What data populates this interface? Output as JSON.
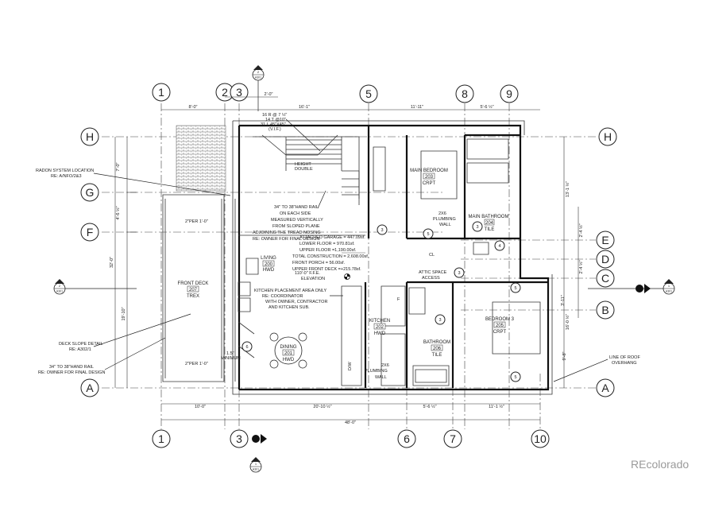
{
  "grid": {
    "columns_top": [
      "1",
      "2",
      "3",
      "5",
      "8",
      "9"
    ],
    "columns_bottom": [
      "1",
      "3",
      "6",
      "7",
      "10"
    ],
    "rows_left": [
      "H",
      "G",
      "F",
      "A"
    ],
    "rows_right": [
      "H",
      "E",
      "D",
      "C",
      "B",
      "A"
    ]
  },
  "section_markers": [
    "A301",
    "A301",
    "A301",
    "A301"
  ],
  "marker_numbers": [
    "2",
    "1",
    "2",
    "1"
  ],
  "rooms": {
    "main_bedroom": {
      "name": "MAIN BEDROOM",
      "number": "203",
      "finish": "CRPT"
    },
    "main_bathroom": {
      "name": "MAIN BATHROOM",
      "number": "204",
      "finish": "TILE"
    },
    "living": {
      "name": "LIVING",
      "number": "200",
      "finish": "HWD"
    },
    "front_deck": {
      "name": "FRONT DECK",
      "number": "207",
      "finish": "TREX"
    },
    "kitchen": {
      "name": "KITCHEN",
      "number": "202",
      "finish": "HWD"
    },
    "dining": {
      "name": "DINING",
      "number": "201",
      "finish": "HWD"
    },
    "bathroom": {
      "name": "BATHROOM",
      "number": "206",
      "finish": "TILE"
    },
    "bedroom3": {
      "name": "BEDROOM 3",
      "number": "205",
      "finish": "CRPT"
    }
  },
  "notes": {
    "radon_1": "RADON SYSTEM LOCATION",
    "radon_2": "RE: A/NFO/2&3",
    "deck_slope_1": "DECK  SLOPE DETAIL",
    "deck_slope_2": "RE: A302/1",
    "rail_left_1": "34\" TO 38\"HAND RAIL",
    "rail_left_2": "RE: OWNER FOR FINAL DESIGN",
    "roof_1": "LINE OF ROOF",
    "roof_2": "OVERHANG",
    "stair_1": "16 R @ 7 ½\"",
    "stair_2": "14 T @10\"",
    "stair_3": "31 L 45\"X45\"",
    "stair_4": "(V.I.F.)",
    "height_1": "HEIGHT",
    "height_2": "DOUBLE",
    "rail_1": "34\" TO 38\"HAND RAIL",
    "rail_2": "ON EACH SIDE",
    "rail_3": "MEASURED VERTICALLY",
    "rail_4": "FROM SLOPED PLANE",
    "rail_5": "ADJOINING THE TREAD NOSING",
    "rail_6": "RE: OWNER FOR FINAL DESIGN",
    "area_1": "ATTACHED GARAGE = 447.09sf.",
    "area_2": "LOWER FLOOR      =  970.81sf.",
    "area_3": "UPPER FLOOR       =1,190.00sf.",
    "area_4": "TOTAL CONSTRUCTION = 2,608.00sf.",
    "area_5": "FRONT PORCH         =   56.00sf.",
    "area_6": "UPPER FRONT DECK  =+215.78sf.",
    "elev": "110'-0\" F.F.E.",
    "elev_2": "ELEVATION",
    "kitchen_1": "KITCHEN PLACEMENT AREA ONLY",
    "kitchen_2": "RE: COORDINATOR",
    "kitchen_3": "WITH OWNER, CONTRACTOR",
    "kitchen_4": "AND KITCHEN SUB.",
    "attic_1": "ATTIC SPACE",
    "attic_2": "ACCESS",
    "plumb_1a": "2X6",
    "plumb_1b": "PLUMBING",
    "plumb_1c": "WALL",
    "plumb_2a": "2X6",
    "plumb_2b": "PLUMBING",
    "plumb_2c": "WALL",
    "per_1": "2\"PER 1'-0\"",
    "per_2": "2\"PER 1'-0\"",
    "min_1": "1.5\"",
    "min_2": "MINIMUM",
    "dw": "D/W",
    "fridge": "F",
    "cl": "CL"
  },
  "dims_top": [
    "8'-0\"",
    "16'-1\"",
    "11'-11\"",
    "5'-6 ½\"",
    "2'-0\""
  ],
  "dims_bottom": [
    "10'-0\"",
    "20'-10 ½\"",
    "5'-6 ½\"",
    "11'-1 ½\""
  ],
  "dim_total_bottom": "48'-0\"",
  "dims_left": [
    "7'-0\"",
    "4'-6 ½\"",
    "32'-0\"",
    "19'-10\""
  ],
  "dims_right": [
    "13'-1 ½\"",
    "2'-4 ½\"",
    "2'-4 ½\"",
    "3'-11\"",
    "16'-0 ½\"",
    "9'-8\""
  ],
  "tags": [
    "3",
    "5",
    "3",
    "3",
    "4",
    "5",
    "3",
    "5",
    "6"
  ],
  "watermark": "REcolorado",
  "colors": {
    "line": "#111111",
    "watermark": "#9a9a9a"
  }
}
